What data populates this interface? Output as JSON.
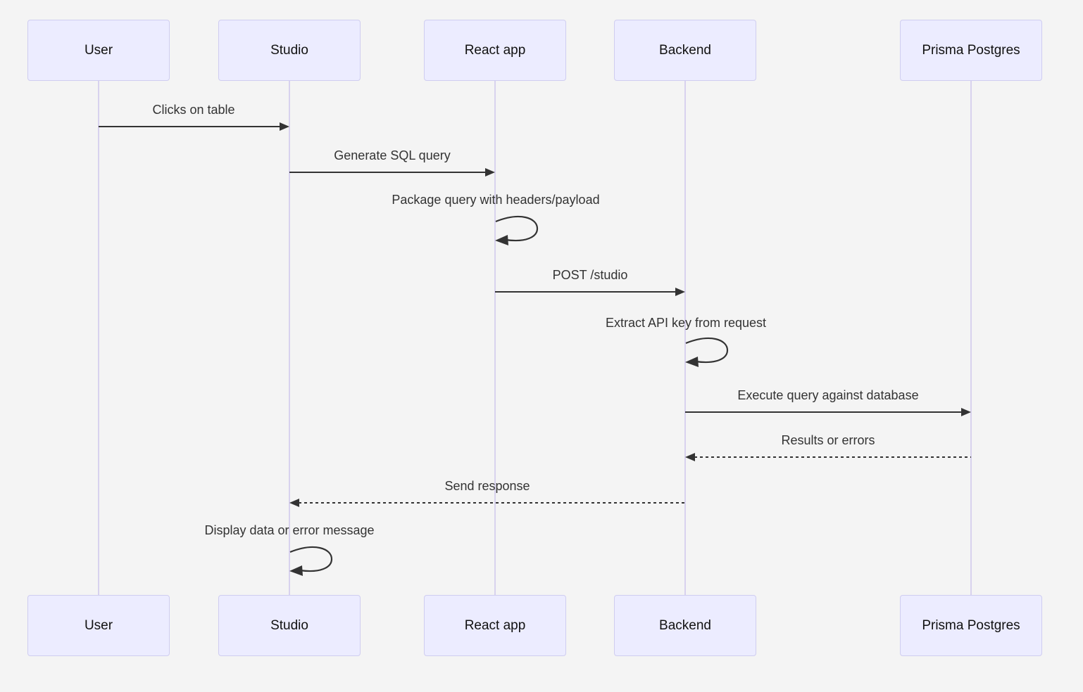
{
  "diagram": {
    "type": "sequence-diagram",
    "actors": [
      {
        "name": "User"
      },
      {
        "name": "Studio"
      },
      {
        "name": "React app"
      },
      {
        "name": "Backend"
      },
      {
        "name": "Prisma Postgres"
      }
    ],
    "messages": [
      {
        "seq": 1,
        "from": "User",
        "to": "Studio",
        "label": "Clicks on table",
        "line": "solid"
      },
      {
        "seq": 2,
        "from": "Studio",
        "to": "React app",
        "label": "Generate SQL query",
        "line": "solid"
      },
      {
        "seq": 3,
        "from": "React app",
        "to": "React app",
        "label": "Package query with headers/payload",
        "line": "self"
      },
      {
        "seq": 4,
        "from": "React app",
        "to": "Backend",
        "label": "POST /studio",
        "line": "solid"
      },
      {
        "seq": 5,
        "from": "Backend",
        "to": "Backend",
        "label": "Extract API key from request",
        "line": "self"
      },
      {
        "seq": 6,
        "from": "Backend",
        "to": "Prisma Postgres",
        "label": "Execute query against database",
        "line": "solid"
      },
      {
        "seq": 7,
        "from": "Prisma Postgres",
        "to": "Backend",
        "label": "Results or errors",
        "line": "dashed"
      },
      {
        "seq": 8,
        "from": "Backend",
        "to": "Studio",
        "label": "Send response",
        "line": "dashed"
      },
      {
        "seq": 9,
        "from": "Studio",
        "to": "Studio",
        "label": "Display data or error message",
        "line": "self"
      }
    ],
    "colors": {
      "background": "#f4f4f4",
      "actor_fill": "#ececff",
      "actor_border": "#cfcdf0",
      "lifeline": "#d8d2ee",
      "arrow": "#333333",
      "text": "#333333"
    }
  }
}
